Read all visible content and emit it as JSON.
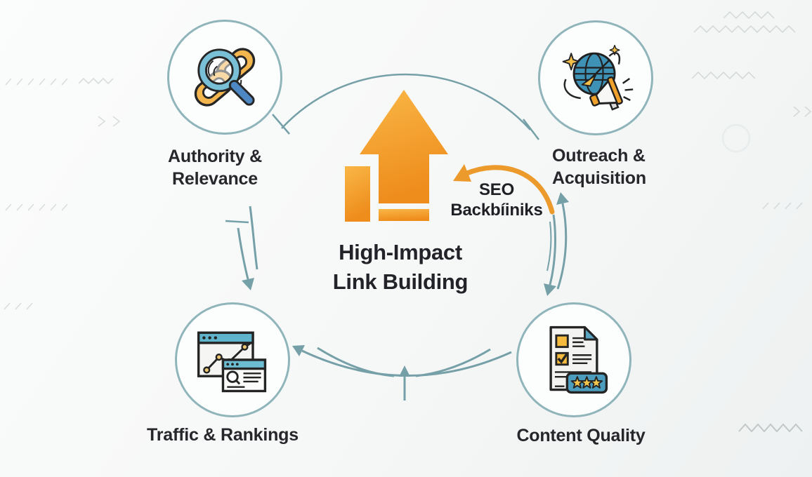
{
  "title": {
    "line1": "High-Impact",
    "line2": "Link Building"
  },
  "annotation": {
    "line1": "SEO",
    "line2": "Backbíiniks"
  },
  "nodes": [
    {
      "id": "authority-relevance",
      "label_line1": "Authority &",
      "label_line2": "Relevance",
      "icon": "magnifier-chain-link-icon"
    },
    {
      "id": "outreach-acquisition",
      "label_line1": "Outreach &",
      "label_line2": "Acquisition",
      "icon": "globe-megaphone-icon"
    },
    {
      "id": "traffic-rankings",
      "label_line1": "Traffic & Rankings",
      "label_line2": "",
      "icon": "analytics-browser-icon"
    },
    {
      "id": "content-quality",
      "label_line1": "Content Quality",
      "label_line2": "",
      "icon": "checklist-rating-icon"
    }
  ],
  "center_icon": "growth-arrow-bars-icon",
  "colors": {
    "accent_orange": "#ee9a28",
    "flow_teal": "#76a0a8",
    "node_border": "#8fb5bb",
    "text": "#26262b",
    "background": "#f5f6f6"
  }
}
